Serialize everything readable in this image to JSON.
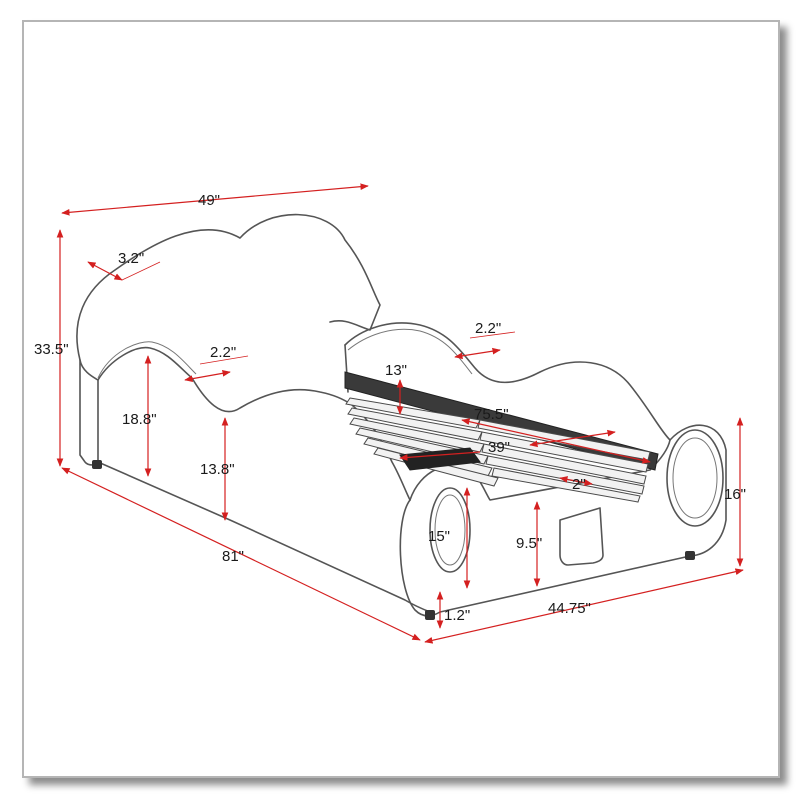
{
  "diagram": {
    "dimensions": {
      "overall_width": "49\"",
      "headboard_top_thickness": "3.2\"",
      "overall_height": "33.5\"",
      "headboard_side_thickness": "2.2\"",
      "side_panel_top_thickness": "2.2\"",
      "side_rail_height": "13\"",
      "mattress_length": "75.5\"",
      "mattress_width": "39\"",
      "headboard_side_height": "18.8\"",
      "side_panel_height": "13.8\"",
      "slat_gap": "2\"",
      "footboard_height": "16\"",
      "wheel_height": "15\"",
      "pocket_height": "9.5\"",
      "overall_length": "81\"",
      "leg_height": "1.2\"",
      "footboard_width": "44.75\""
    },
    "colors": {
      "dimension_line": "#d42020",
      "outline": "#555555",
      "label": "#1a1a1a"
    }
  }
}
